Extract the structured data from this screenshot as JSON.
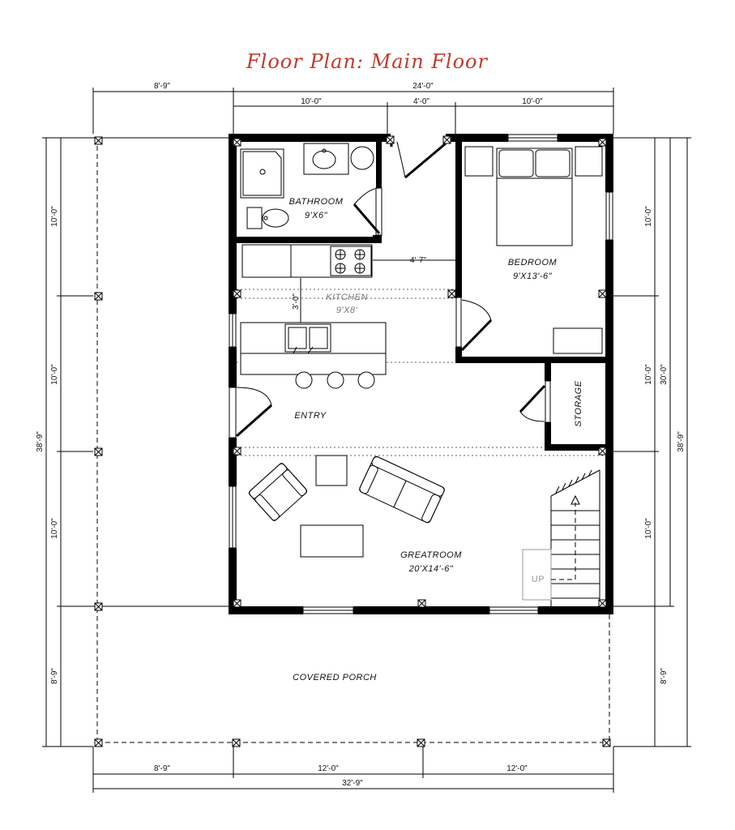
{
  "title": "Floor Plan: Main Floor",
  "dimensions": {
    "top_left": "8'-9\"",
    "top_overall": "24'-0\"",
    "top_a": "10'-0\"",
    "top_b": "4'-0\"",
    "top_c": "10'-0\"",
    "left_a": "10'-0\"",
    "left_b": "10'-0\"",
    "left_c": "10'-0\"",
    "left_d": "8'-9\"",
    "left_overall": "38'-9\"",
    "right_a": "10'-0\"",
    "right_b": "10'-0\"",
    "right_c": "10'-0\"",
    "right_d": "8'-9\"",
    "right_mid": "30'-0\"",
    "right_overall": "38'-9\"",
    "bottom_a": "8'-9\"",
    "bottom_b": "12'-0\"",
    "bottom_c": "12'-0\"",
    "bottom_overall": "32'-9\"",
    "hall": "4'-7\"",
    "kitchen_clear": "3'-0\""
  },
  "rooms": {
    "bathroom_name": "BATHROOM",
    "bathroom_size": "9'X6\"",
    "bedroom_name": "BEDROOM",
    "bedroom_size": "9'X13'-6\"",
    "kitchen_name": "KITCHEN",
    "kitchen_size": "9'X8'",
    "entry_name": "ENTRY",
    "storage_name": "STORAGE",
    "greatroom_name": "GREATROOM",
    "greatroom_size": "20'X14'-6\"",
    "porch_name": "COVERED PORCH",
    "stair_label": "UP"
  },
  "colors": {
    "title": "#c0392b",
    "wall": "#000000"
  }
}
